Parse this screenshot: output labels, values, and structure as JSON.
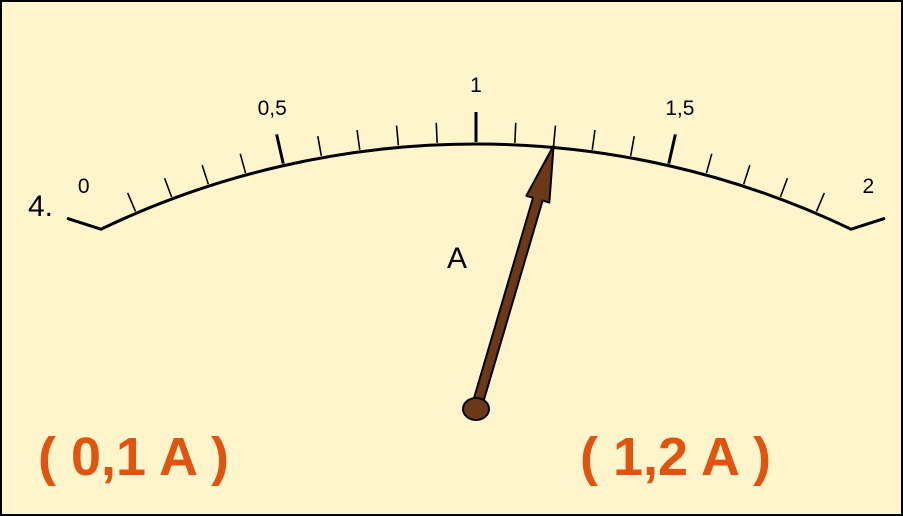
{
  "colors": {
    "background": "#fff5cc",
    "border": "#000000",
    "scale": "#000000",
    "needle": "#6b3818",
    "answer": "#e0540f"
  },
  "item_number": "4.",
  "meter": {
    "unit_symbol": "A",
    "scale_min": 0,
    "scale_max": 2,
    "minor_divisions": 20,
    "major_values": [
      0,
      0.5,
      1,
      1.5,
      2
    ],
    "major_labels": [
      "0",
      "0,5",
      "1",
      "1,5",
      "2"
    ],
    "needle_value": 1.2
  },
  "answers": {
    "left": "( 0,1 A )",
    "right": "( 1,2 A )"
  }
}
